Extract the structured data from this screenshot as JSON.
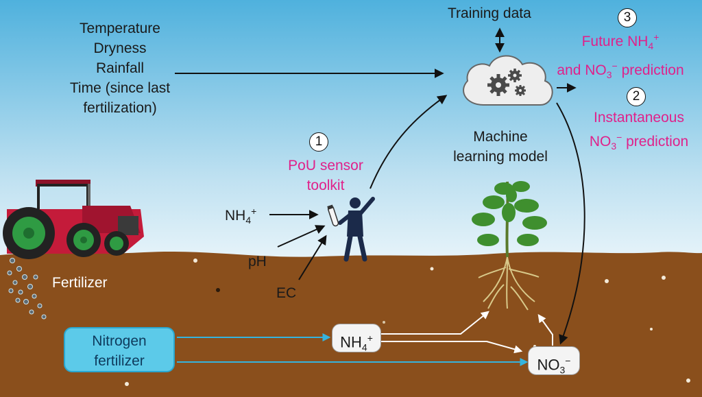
{
  "inputs": {
    "temperature": "Temperature",
    "dryness": "Dryness",
    "rainfall": "Rainfall",
    "time_line1": "Time (since last",
    "time_line2": "fertilization)"
  },
  "training_data": "Training data",
  "model": {
    "line1": "Machine",
    "line2": "learning model"
  },
  "predictions": {
    "future": {
      "number": "3",
      "line1_prefix": "Future NH",
      "line1_sub": "4",
      "line1_sup": "+",
      "line2_prefix": "and NO",
      "line2_sub": "3",
      "line2_sup": "−",
      "line2_suffix": " prediction"
    },
    "instant": {
      "number": "2",
      "line1": "Instantaneous",
      "line2_prefix": "NO",
      "line2_sub": "3",
      "line2_sup": "−",
      "line2_suffix": " prediction"
    }
  },
  "sensor": {
    "number": "1",
    "line1": "PoU sensor",
    "line2": "toolkit"
  },
  "measurements": {
    "nh4_prefix": "NH",
    "nh4_sub": "4",
    "nh4_sup": "+",
    "ph": "pH",
    "ec": "EC"
  },
  "fertilizer_label": "Fertilizer",
  "nitrogen_box": {
    "line1": "Nitrogen",
    "line2": "fertilizer"
  },
  "soil_nh4": {
    "prefix": "NH",
    "sub": "4",
    "sup": "+"
  },
  "soil_no3": {
    "prefix": "NO",
    "sub": "3",
    "sup": "−"
  },
  "colors": {
    "sky_top": "#4fb1dd",
    "sky_bottom": "#e3f1f8",
    "soil": "#8a4f1c",
    "accent_pink": "#e0218a",
    "nitrogen_box": "#5ccae9",
    "flow_arrow": "#35b4de",
    "tractor_body": "#c41b3a",
    "tyre": "#2f9b43",
    "plant": "#3f8f2e"
  }
}
